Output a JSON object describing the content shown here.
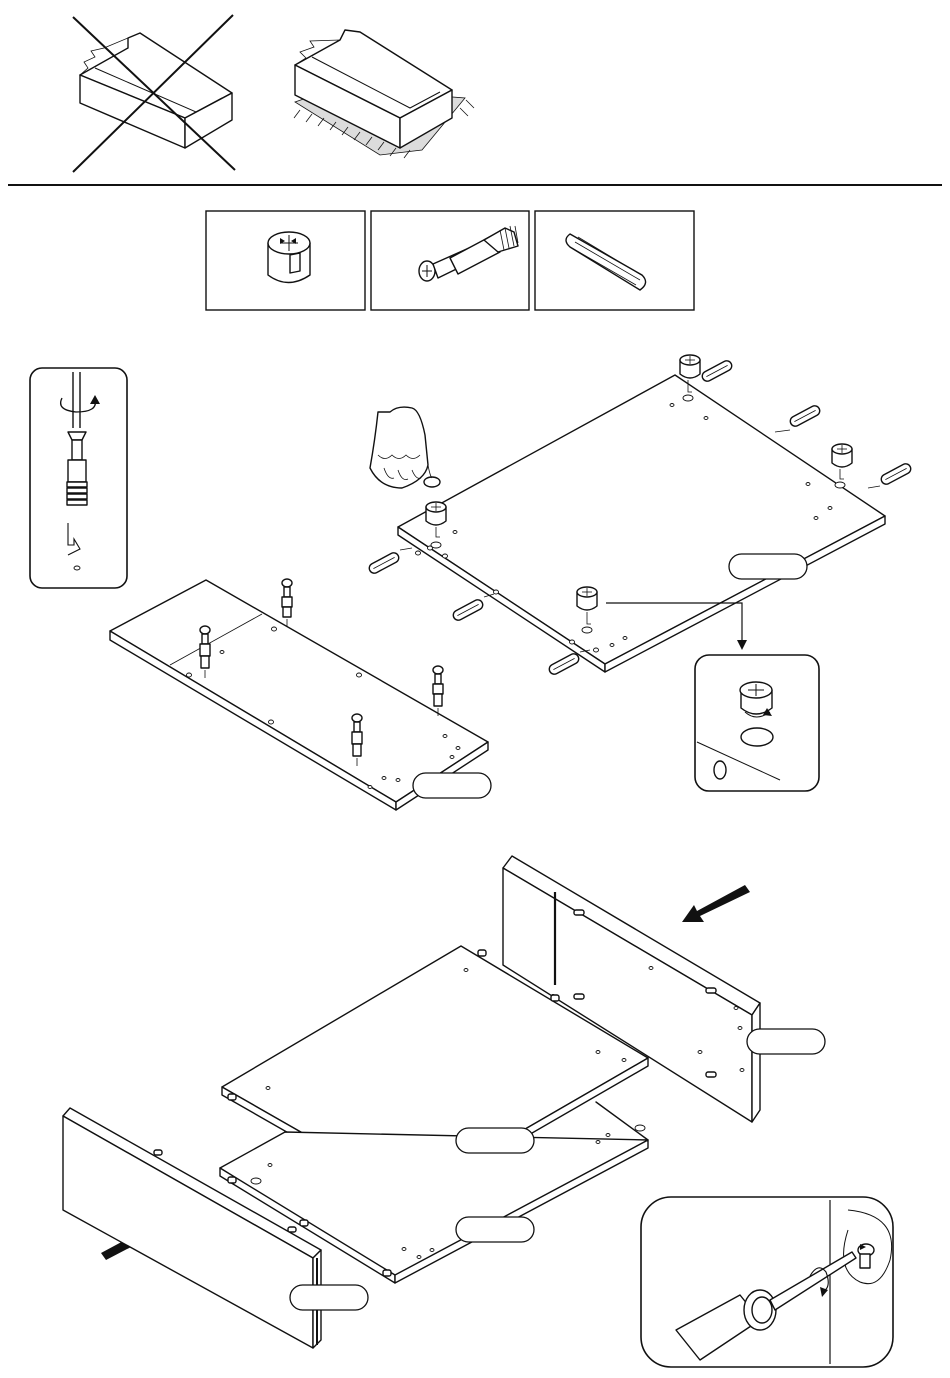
{
  "steps": [
    {
      "id": "unpacking",
      "icons": [
        "wrong-unpacking-icon",
        "correct-unpacking-icon"
      ]
    },
    {
      "id": "fittings",
      "icons": [
        "cam-lock-icon",
        "cam-bolt-icon",
        "wooden-dowel-icon"
      ]
    },
    {
      "id": "insert-fittings",
      "icons": [
        "screwdriver-detail-icon",
        "hand-push-icon",
        "cam-lock-detail-icon"
      ]
    },
    {
      "id": "assembly",
      "icons": [
        "push-arrow-icon",
        "cam-tighten-detail-icon"
      ]
    }
  ],
  "part_label_badges": [
    "",
    "",
    "",
    "",
    "",
    ""
  ],
  "colors": {
    "line": "#111111",
    "panel": "#ffffff",
    "floor": "#dddddd"
  }
}
